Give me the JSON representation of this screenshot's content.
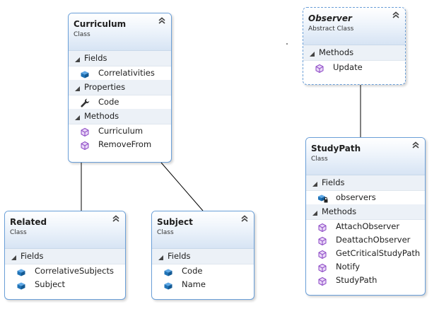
{
  "classes": [
    {
      "id": "curriculum",
      "name": "Curriculum",
      "kind": "Class",
      "abstract": false,
      "sections": [
        {
          "label": "Fields",
          "members": [
            {
              "name": "Correlativities",
              "icon": "field-icon"
            }
          ]
        },
        {
          "label": "Properties",
          "members": [
            {
              "name": "Code",
              "icon": "wrench-icon"
            }
          ]
        },
        {
          "label": "Methods",
          "members": [
            {
              "name": "Curriculum",
              "icon": "method-icon"
            },
            {
              "name": "RemoveFrom",
              "icon": "method-icon"
            }
          ]
        }
      ]
    },
    {
      "id": "observer",
      "name": "Observer",
      "kind": "Abstract Class",
      "abstract": true,
      "sections": [
        {
          "label": "Methods",
          "members": [
            {
              "name": "Update",
              "icon": "method-icon"
            }
          ]
        }
      ]
    },
    {
      "id": "related",
      "name": "Related",
      "kind": "Class",
      "abstract": false,
      "sections": [
        {
          "label": "Fields",
          "members": [
            {
              "name": "CorrelativeSubjects",
              "icon": "field-icon"
            },
            {
              "name": "Subject",
              "icon": "field-icon"
            }
          ]
        }
      ]
    },
    {
      "id": "subject",
      "name": "Subject",
      "kind": "Class",
      "abstract": false,
      "sections": [
        {
          "label": "Fields",
          "members": [
            {
              "name": "Code",
              "icon": "field-icon"
            },
            {
              "name": "Name",
              "icon": "field-icon"
            }
          ]
        }
      ]
    },
    {
      "id": "studypath",
      "name": "StudyPath",
      "kind": "Class",
      "abstract": false,
      "sections": [
        {
          "label": "Fields",
          "members": [
            {
              "name": "observers",
              "icon": "private-field-icon"
            }
          ]
        },
        {
          "label": "Methods",
          "members": [
            {
              "name": "AttachObserver",
              "icon": "method-icon"
            },
            {
              "name": "DeattachObserver",
              "icon": "method-icon"
            },
            {
              "name": "GetCriticalStudyPath",
              "icon": "method-icon"
            },
            {
              "name": "Notify",
              "icon": "method-icon"
            },
            {
              "name": "StudyPath",
              "icon": "method-icon"
            }
          ]
        }
      ]
    }
  ],
  "colors": {
    "border": "#6a9fd8",
    "connector": "#000000",
    "field_icon": "#1f73b7",
    "method_icon": "#9a4fd0"
  }
}
